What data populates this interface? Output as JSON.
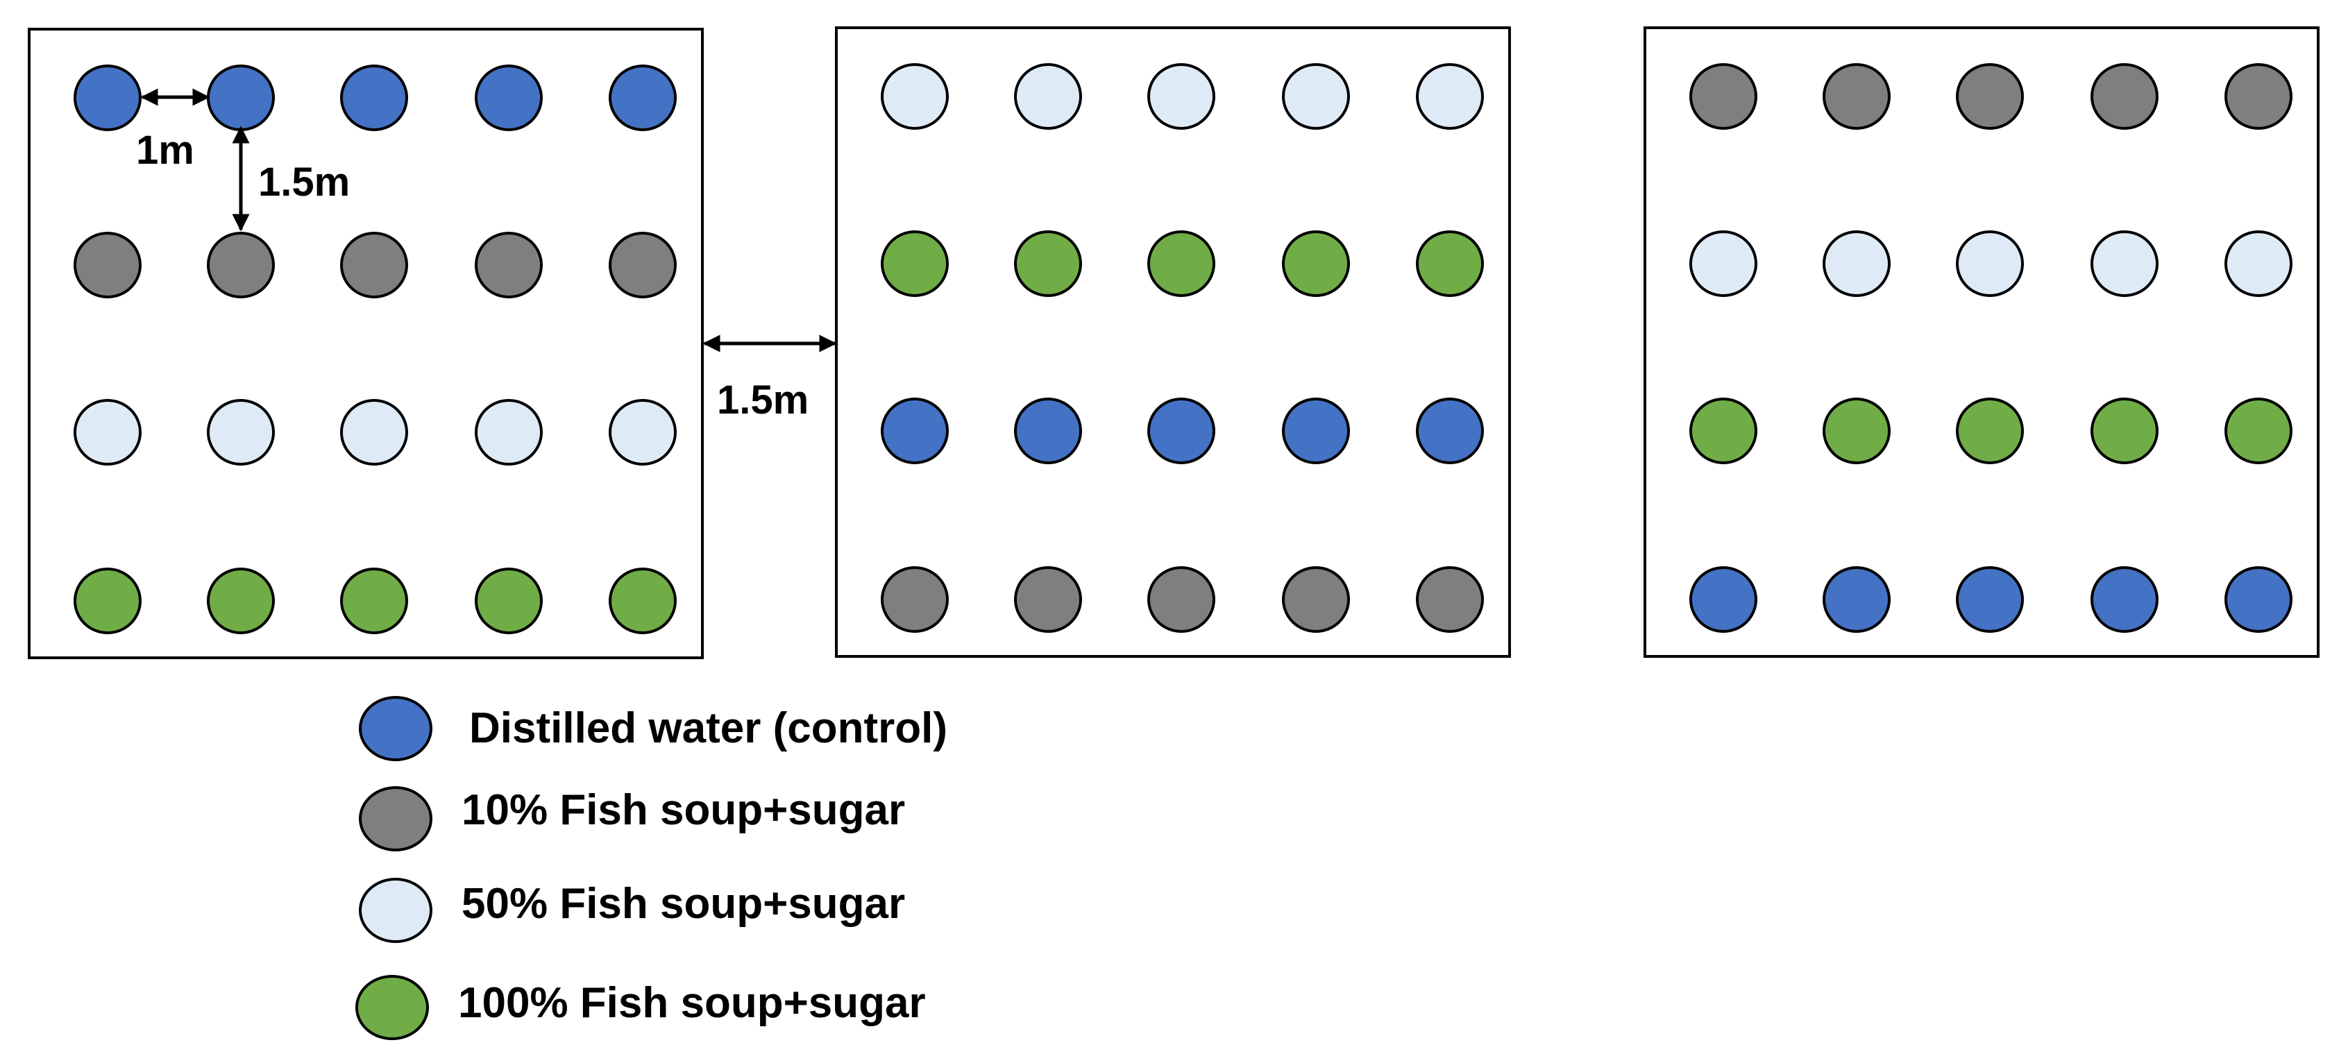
{
  "treatments": [
    {
      "id": "control",
      "label": "Distilled water (control)",
      "color": "#4472C4"
    },
    {
      "id": "fish10",
      "label": "10% Fish soup+sugar",
      "color": "#7F7F7F"
    },
    {
      "id": "fish50",
      "label": "50% Fish soup+sugar",
      "color": "#DEEBF7"
    },
    {
      "id": "fish100",
      "label": "100% Fish soup+sugar",
      "color": "#70AD47"
    }
  ],
  "plots": [
    {
      "rows": [
        "control",
        "fish10",
        "fish50",
        "fish100"
      ]
    },
    {
      "rows": [
        "fish50",
        "fish100",
        "control",
        "fish10"
      ]
    },
    {
      "rows": [
        "fish10",
        "fish50",
        "fish100",
        "control"
      ]
    }
  ],
  "plants_per_row": 5,
  "spacing": {
    "within_row": "1m",
    "between_rows": "1.5m",
    "between_plots": "1.5m"
  }
}
